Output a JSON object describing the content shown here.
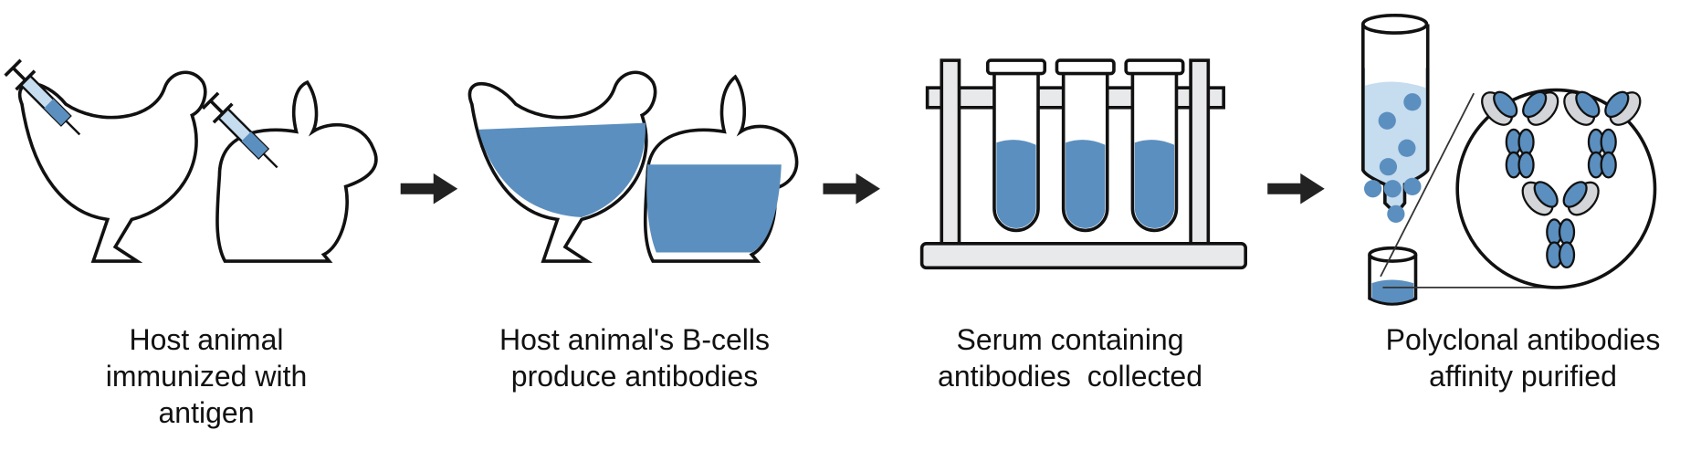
{
  "steps": [
    {
      "lines": [
        "Host animal",
        "immunized with",
        "antigen"
      ]
    },
    {
      "lines": [
        "Host animal's B-cells",
        "produce antibodies"
      ]
    },
    {
      "lines": [
        "Serum containing",
        "antibodies  collected"
      ]
    },
    {
      "lines": [
        "Polyclonal antibodies",
        "affinity purified"
      ]
    }
  ],
  "colors": {
    "blue": "#5b8fbf",
    "light_blue": "#c6dcef",
    "dark_blue": "#3d5f82",
    "grey": "#d3d5d8",
    "outline": "#111111"
  },
  "icons": [
    "syringe-icon",
    "chicken-icon",
    "rabbit-icon",
    "arrow-right-icon",
    "test-tube-rack-icon",
    "chromatography-column-icon",
    "beaker-icon",
    "antibody-icon"
  ]
}
